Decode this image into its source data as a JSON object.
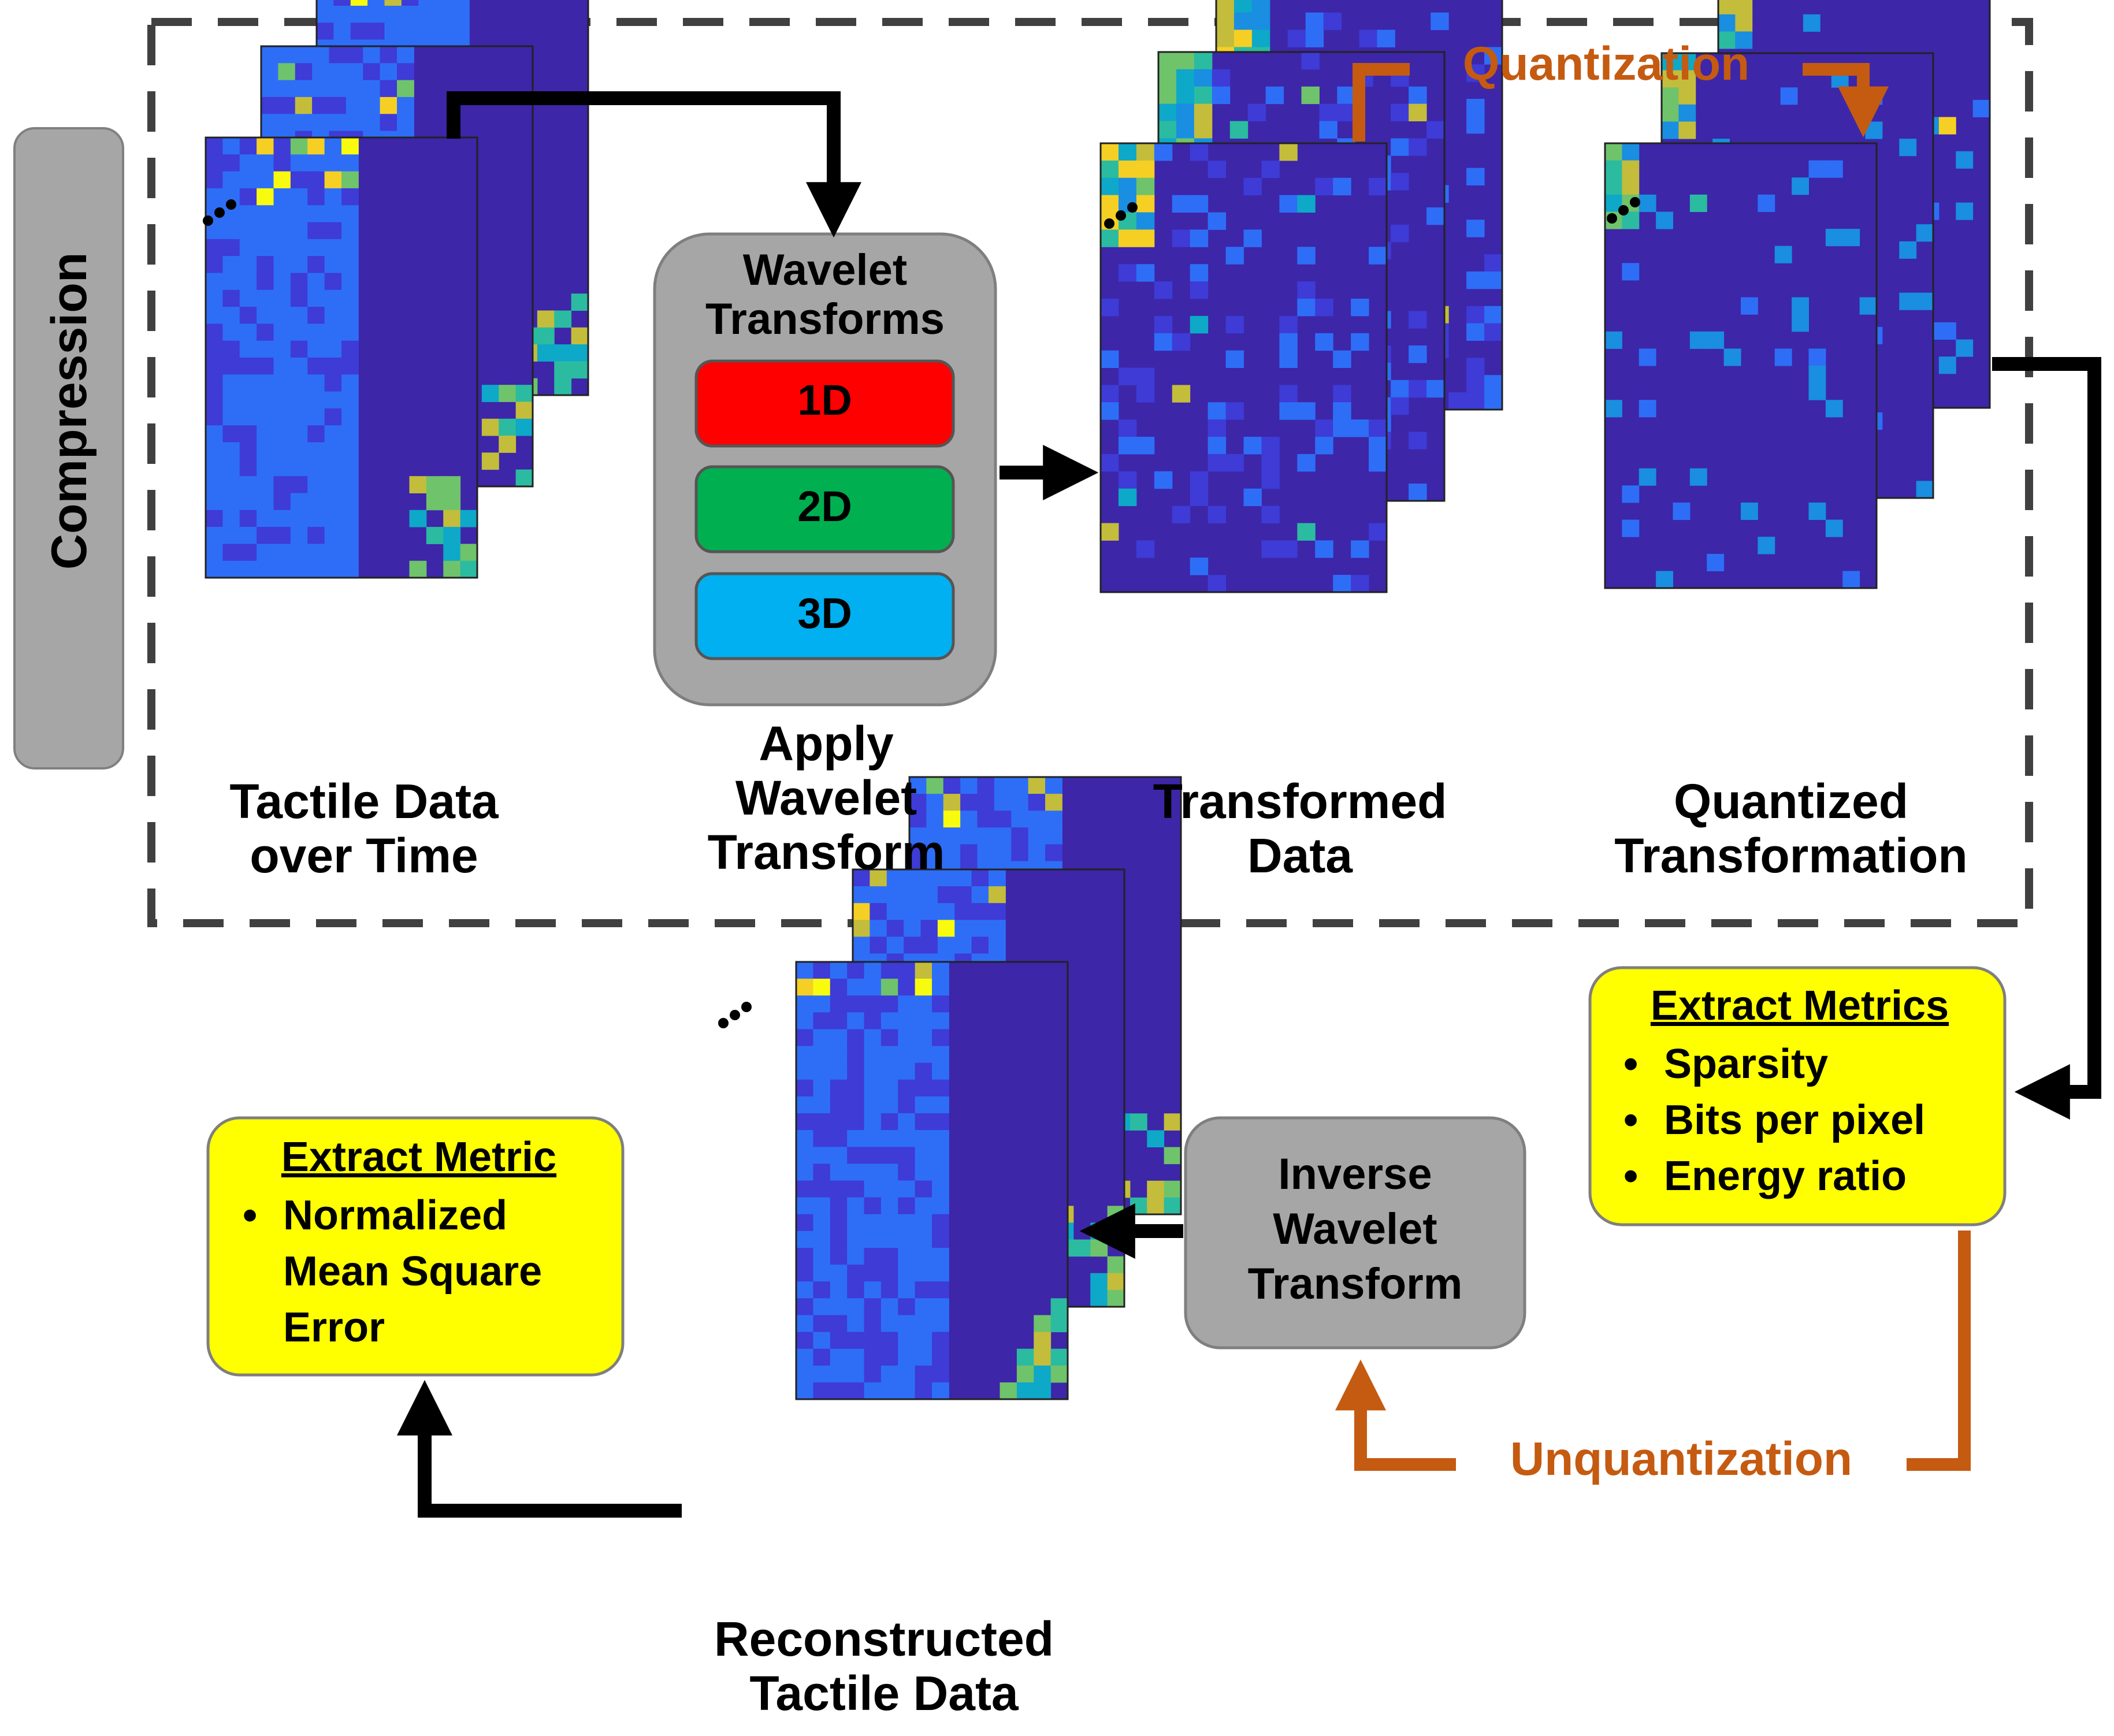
{
  "side_tab": {
    "label": "Compression"
  },
  "stages": {
    "tactile": [
      "Tactile Data",
      "over Time"
    ],
    "apply": [
      "Apply",
      "Wavelet",
      "Transform"
    ],
    "transformed": [
      "Transformed",
      "Data"
    ],
    "quantized": [
      "Quantized",
      "Transformation"
    ],
    "reconstructed": [
      "Reconstructed",
      "Tactile Data"
    ]
  },
  "wavelet_box": {
    "title_line1": "Wavelet",
    "title_line2": "Transforms",
    "options": [
      {
        "label": "1D",
        "color": "#ff0000"
      },
      {
        "label": "2D",
        "color": "#00b050"
      },
      {
        "label": "3D",
        "color": "#00b0f0"
      }
    ]
  },
  "flow_labels": {
    "quantization": "Quantization",
    "unquantization": "Unquantization"
  },
  "inverse_box": [
    "Inverse",
    "Wavelet",
    "Transform"
  ],
  "metrics_box": {
    "title": "Extract Metrics",
    "items": [
      "Sparsity",
      "Bits per pixel",
      "Energy ratio"
    ]
  },
  "metric_box": {
    "title": "Extract Metric",
    "items": [
      "Normalized Mean Square Error"
    ]
  },
  "ellipsis": "...",
  "colors": {
    "heatmap_bg": "#3d26a8",
    "arrow_black": "#000000",
    "arrow_orange": "#c55a11",
    "gray_box": "#a6a6a6",
    "yellow_box": "#ffff00",
    "dashed_border": "#404040"
  }
}
